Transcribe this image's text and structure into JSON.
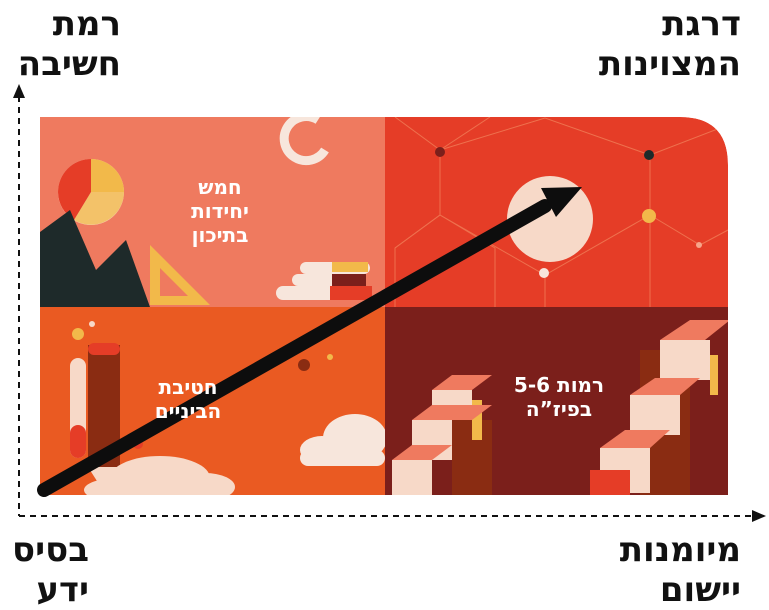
{
  "corners": {
    "top_left": [
      "רמת",
      "חשיבה"
    ],
    "top_right": [
      "דרגת",
      "המצוינות"
    ],
    "bottom_left": [
      "בסיס",
      "ידע"
    ],
    "bottom_right": [
      "מיומנות",
      "יישום"
    ]
  },
  "quadrants": {
    "top_left": [
      "חמש",
      "יחידות",
      "בתיכון"
    ],
    "bottom_left": [
      "חטיבת",
      "הביניים"
    ],
    "bottom_right": [
      "רמות 5-6",
      "בפיז”ה"
    ]
  },
  "colors": {
    "q_top_left": "#ef7a5f",
    "q_top_right": "#e53d27",
    "q_bottom_left": "#ea5a22",
    "q_bottom_right": "#7b1f1b",
    "arrow": "#0d0d0d"
  }
}
